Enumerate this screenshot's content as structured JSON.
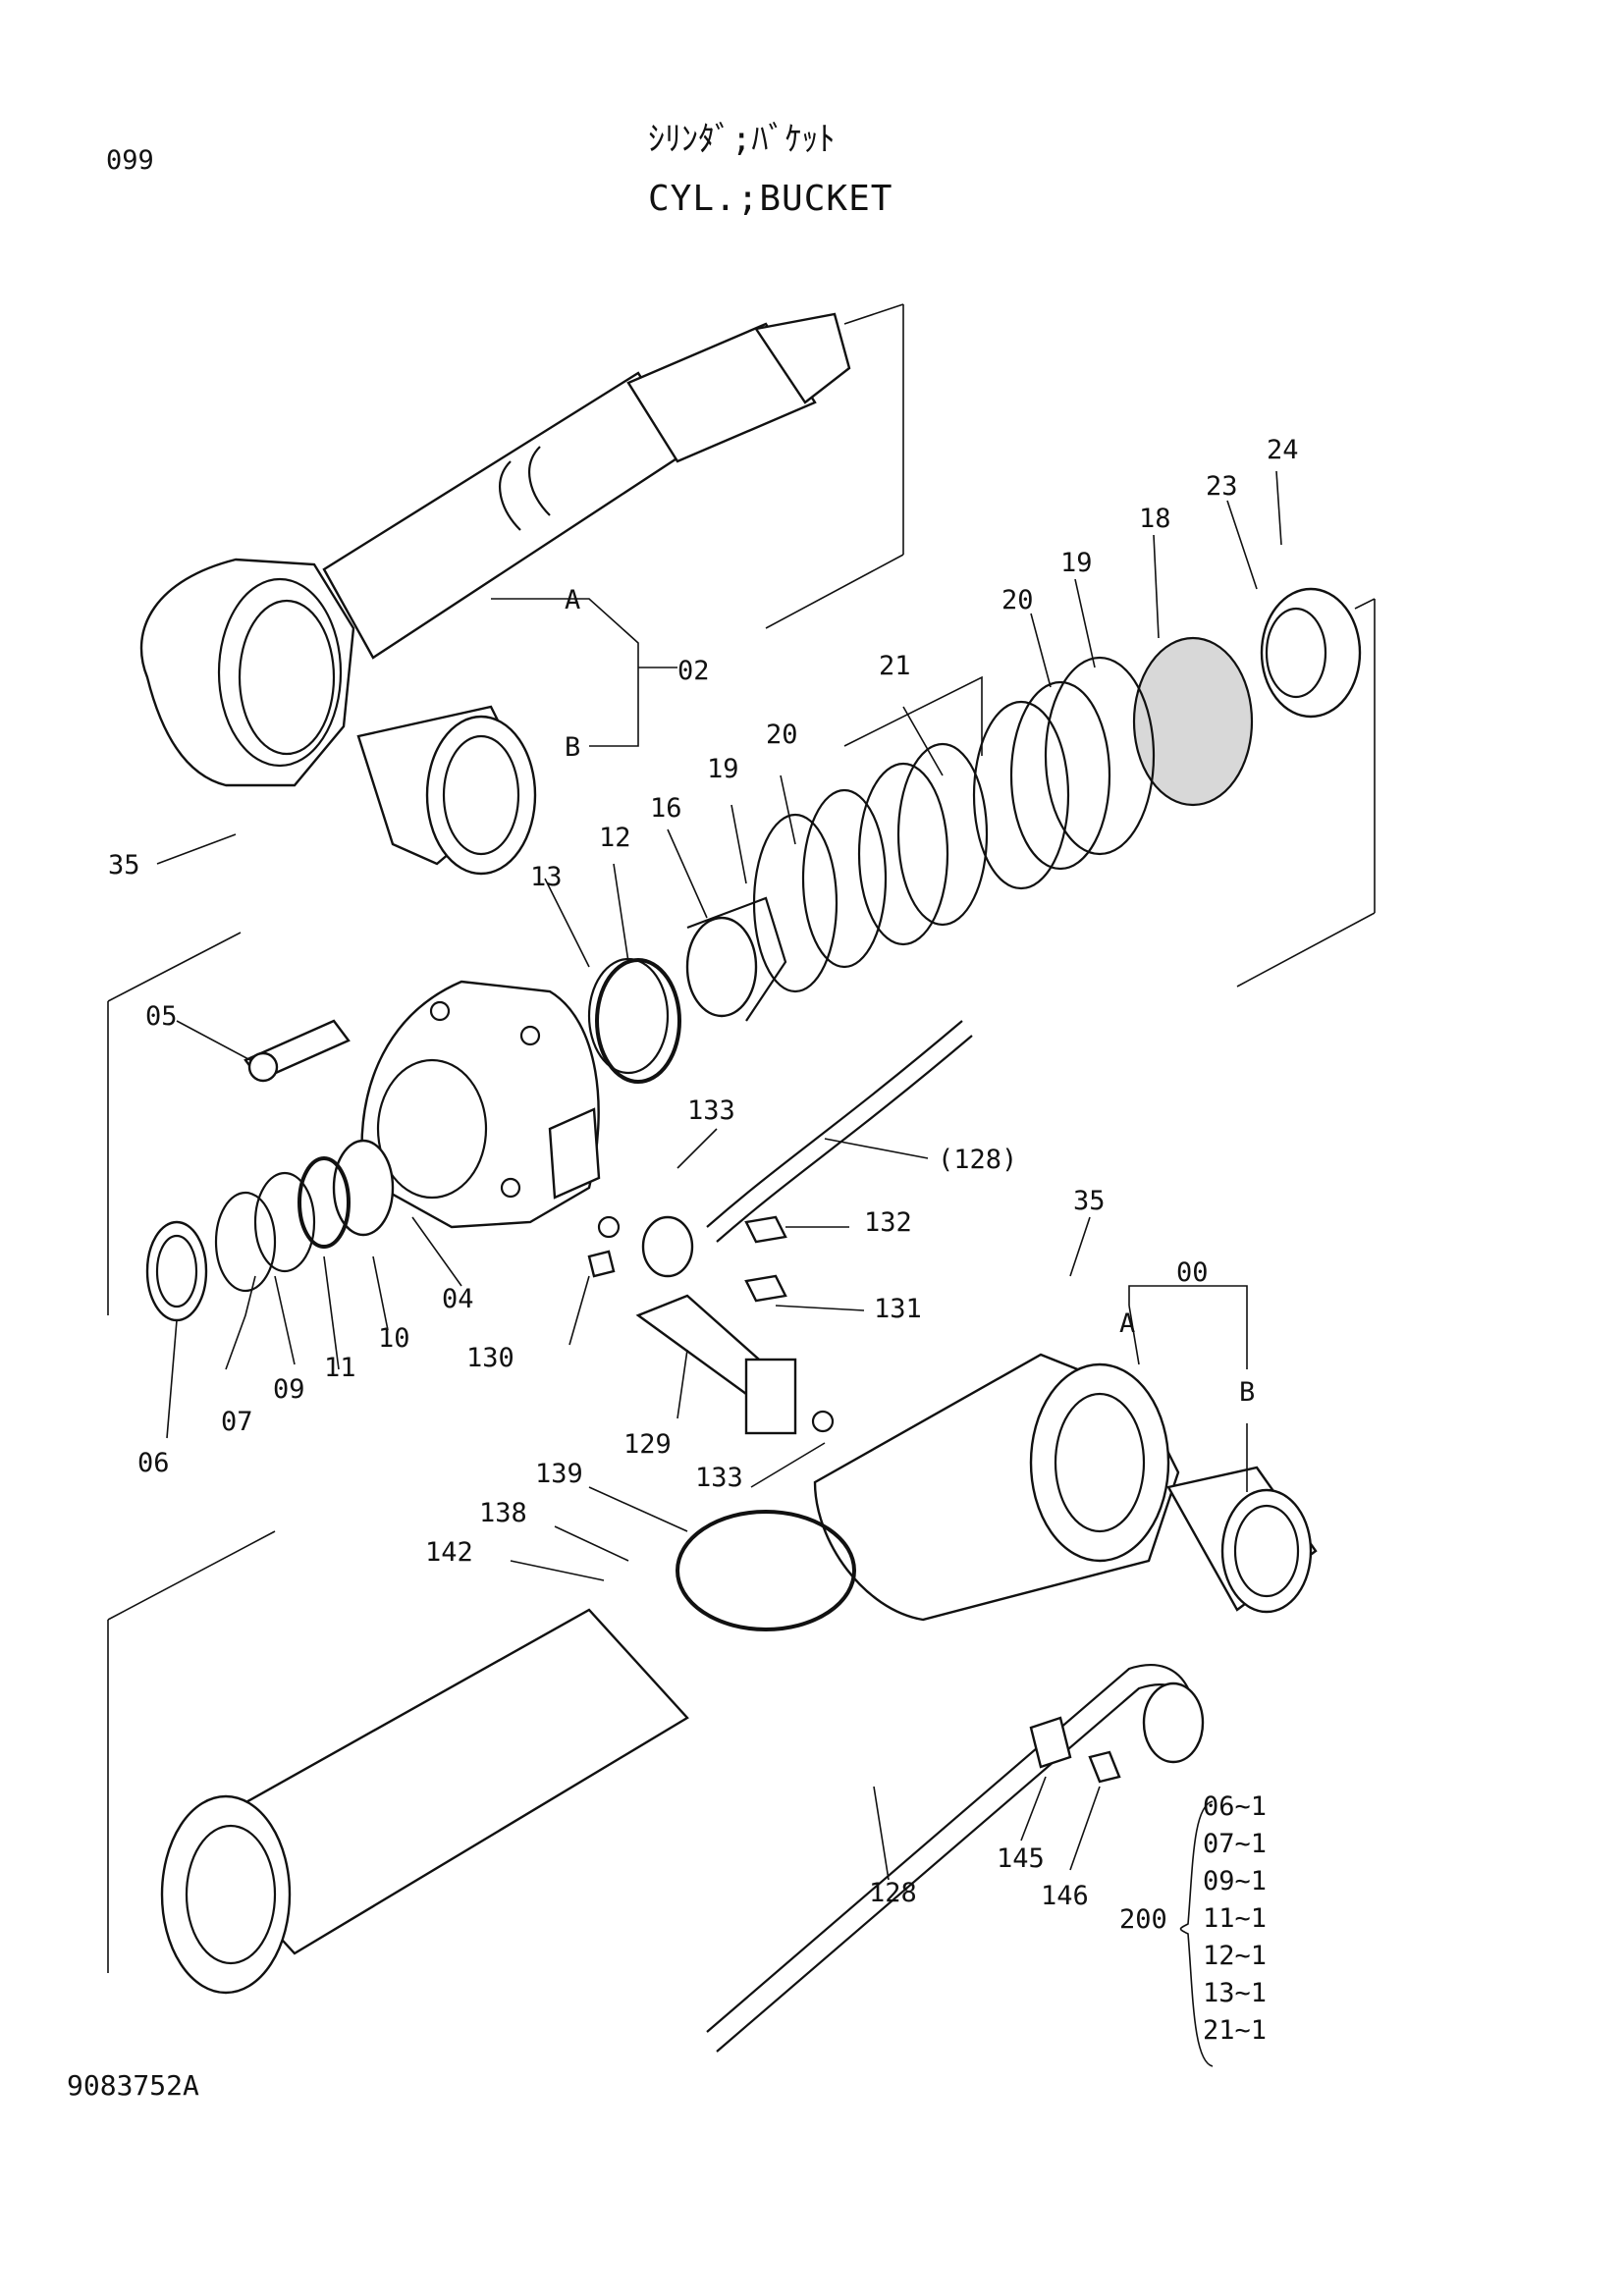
{
  "page": {
    "page_number": "099",
    "title_ja": "ｼﾘﾝﾀﾞ;ﾊﾞｹｯﾄ",
    "title_en": "CYL.;BUCKET",
    "drawing_number": "9083752A"
  },
  "callouts": {
    "c02": "02",
    "c02A": "A",
    "c02B": "B",
    "c35a": "35",
    "c35b": "35",
    "c24": "24",
    "c23": "23",
    "c18": "18",
    "c19a": "19",
    "c20a": "20",
    "c21": "21",
    "c20b": "20",
    "c19b": "19",
    "c16": "16",
    "c13": "13",
    "c12": "12",
    "c05": "05",
    "c133a": "133",
    "c128p": "(128)",
    "c132": "132",
    "c131": "131",
    "c04": "04",
    "c10": "10",
    "c11": "11",
    "c09": "09",
    "c07": "07",
    "c06": "06",
    "c130": "130",
    "c129": "129",
    "c133b": "133",
    "c00": "00",
    "c00A": "A",
    "c00B": "B",
    "c139": "139",
    "c138": "138",
    "c142": "142",
    "c145": "145",
    "c146": "146",
    "c128": "128"
  },
  "kit": {
    "label": "200",
    "items": [
      "06~1",
      "07~1",
      "09~1",
      "11~1",
      "12~1",
      "13~1",
      "21~1"
    ]
  }
}
